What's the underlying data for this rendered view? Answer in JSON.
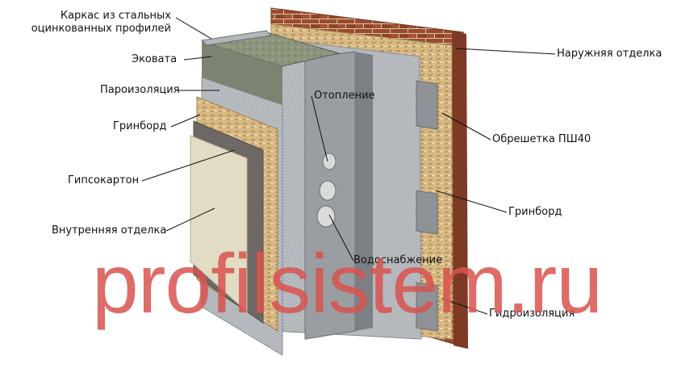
{
  "labels": {
    "frame": "Каркас из стальных\nоцинкованных профилей",
    "ecowool": "Эковата",
    "vapor_barrier": "Пароизоляция",
    "greenboard_left": "Гринборд",
    "drywall": "Гипсокартон",
    "interior_finish": "Внутренняя отделка",
    "heating": "Отопление",
    "water_supply": "Водоснабжение",
    "exterior_finish": "Наружняя отделка",
    "battens": "Обрешетка ПШ40",
    "greenboard_right": "Гринборд",
    "waterproofing": "Гидроизоляция"
  },
  "watermark": "profilsistem.ru",
  "colors": {
    "brick": "#9b4a2e",
    "mortar": "#d9c6a6",
    "osb": "#d4b57e",
    "membrane": "#b9bcc0",
    "steel": "#9a9ea2",
    "ecowool": "#8d947c",
    "drywall": "#6e6865",
    "finish": "#e2dcc4",
    "watermark": "#d9534f"
  }
}
